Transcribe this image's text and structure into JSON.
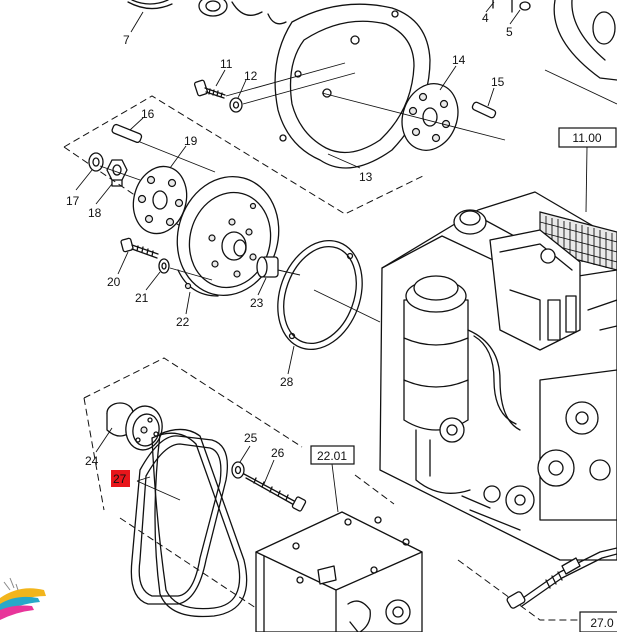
{
  "part_labels": [
    "7",
    "11",
    "12",
    "4",
    "5",
    "14",
    "15",
    "13",
    "16",
    "19",
    "17",
    "18",
    "20",
    "21",
    "22",
    "23",
    "28",
    "25",
    "26",
    "24",
    "27"
  ],
  "reference_boxes": [
    "11.00",
    "22.01",
    "27.0"
  ],
  "highlight": {
    "label": "27",
    "color": "#e8161b"
  },
  "colors": {
    "line": "#111111",
    "background": "#ffffff"
  }
}
